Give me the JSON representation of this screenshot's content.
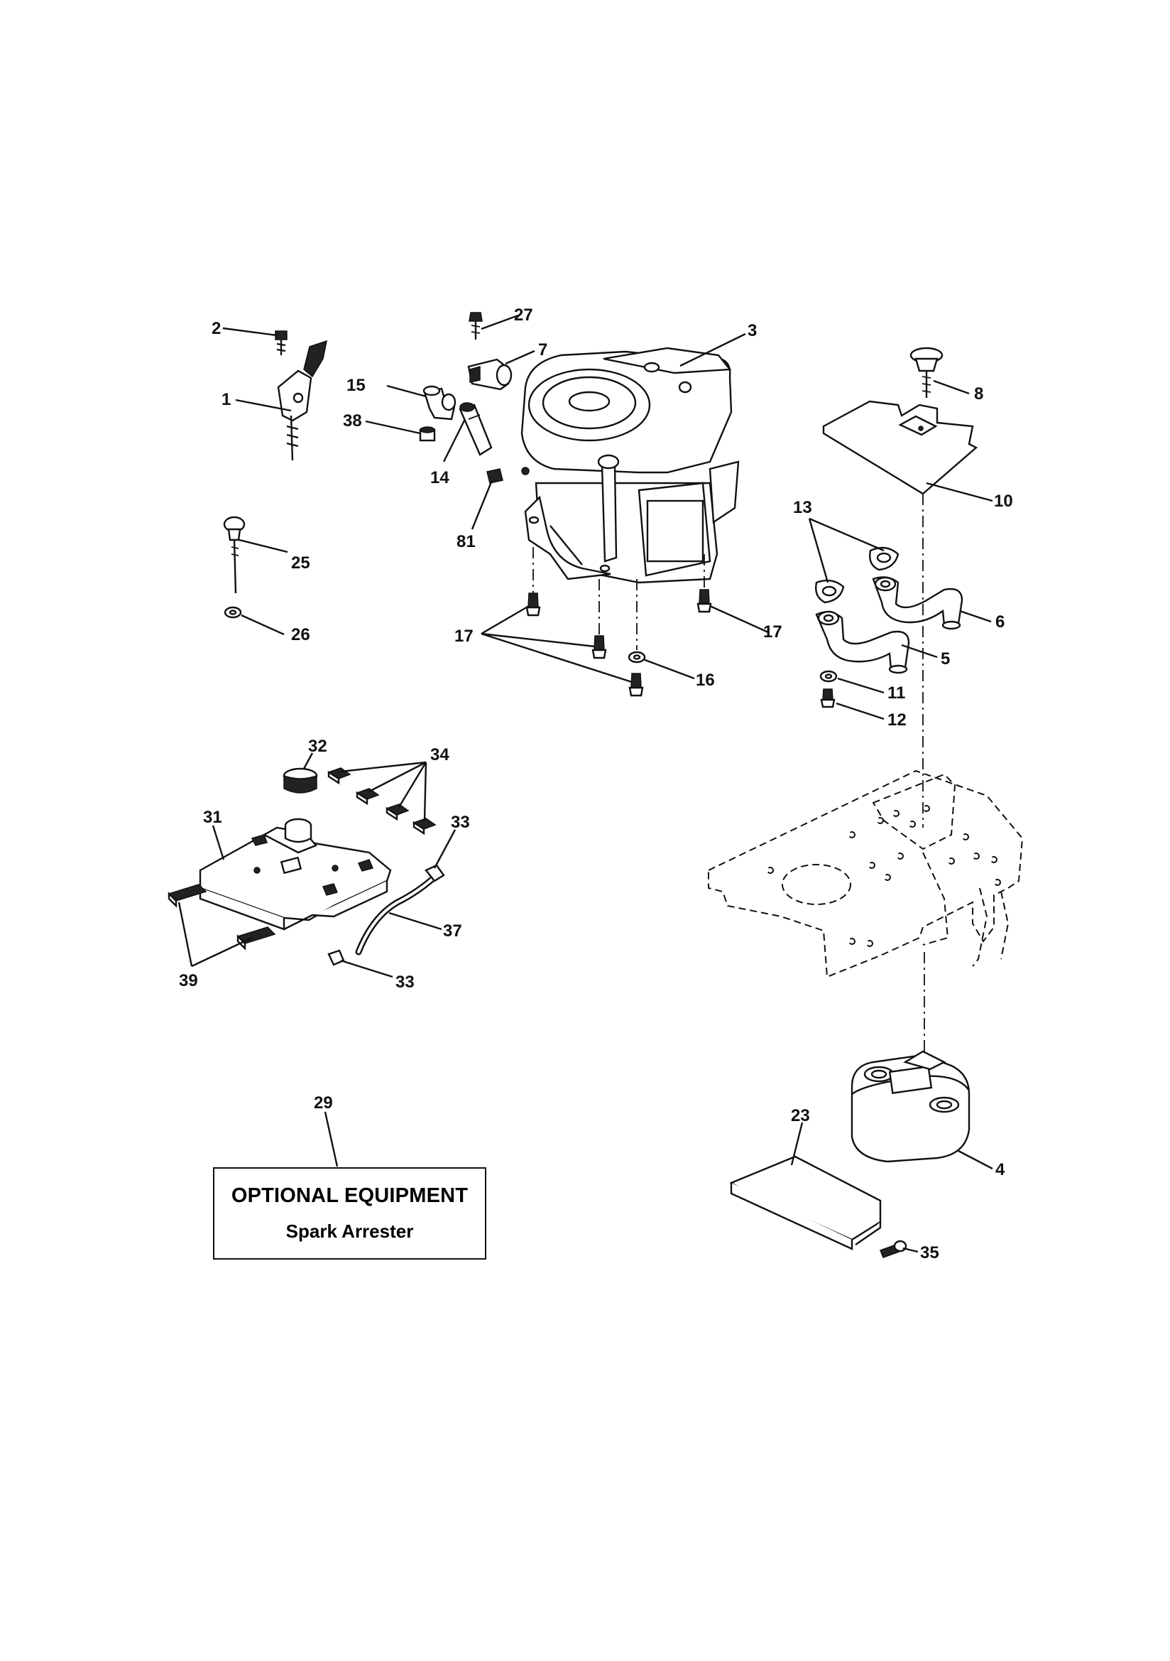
{
  "labels": {
    "p1": "1",
    "p2": "2",
    "p3": "3",
    "p4": "4",
    "p5": "5",
    "p6": "6",
    "p7": "7",
    "p8": "8",
    "p10": "10",
    "p11": "11",
    "p12": "12",
    "p13": "13",
    "p14": "14",
    "p15": "15",
    "p16": "16",
    "p17a": "17",
    "p17b": "17",
    "p23": "23",
    "p25": "25",
    "p26": "26",
    "p27": "27",
    "p29": "29",
    "p31": "31",
    "p32": "32",
    "p33a": "33",
    "p33b": "33",
    "p34": "34",
    "p35": "35",
    "p37": "37",
    "p38": "38",
    "p39": "39",
    "p81": "81"
  },
  "optional_box": {
    "title": "OPTIONAL EQUIPMENT",
    "subtitle": "Spark Arrester"
  }
}
